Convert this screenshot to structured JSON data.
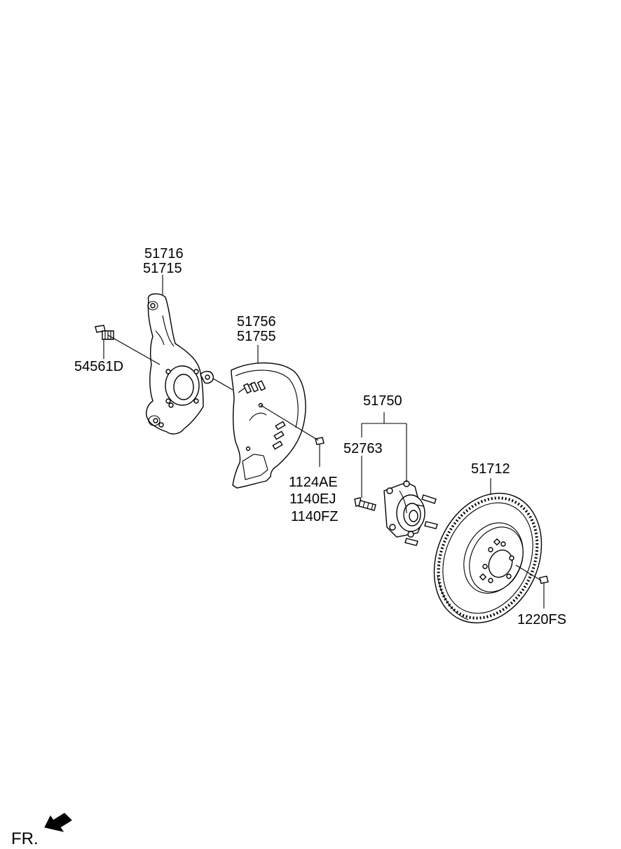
{
  "labels": {
    "p51716": "51716",
    "p51715": "51715",
    "p54561D": "54561D",
    "p51756": "51756",
    "p51755": "51755",
    "p1124AE": "1124AE",
    "p1140EJ": "1140EJ",
    "p1140FZ": "1140FZ",
    "p51750": "51750",
    "p52763": "52763",
    "p51712": "51712",
    "p1220FS": "1220FS"
  },
  "orientation": {
    "label": "FR.",
    "icon": "arrow-icon"
  }
}
